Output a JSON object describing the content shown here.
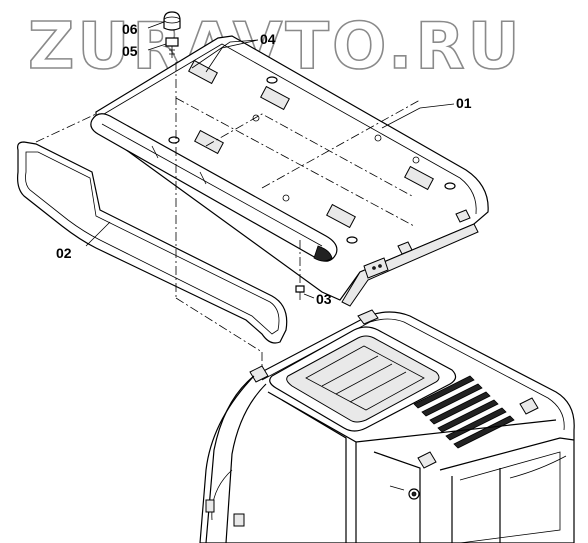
{
  "watermark": {
    "text": "ZURAVTO.RU"
  },
  "callouts": [
    {
      "id": "01",
      "label": "01"
    },
    {
      "id": "02",
      "label": "02"
    },
    {
      "id": "03",
      "label": "03"
    },
    {
      "id": "04",
      "label": "04"
    },
    {
      "id": "05",
      "label": "05"
    },
    {
      "id": "06",
      "label": "06"
    }
  ]
}
